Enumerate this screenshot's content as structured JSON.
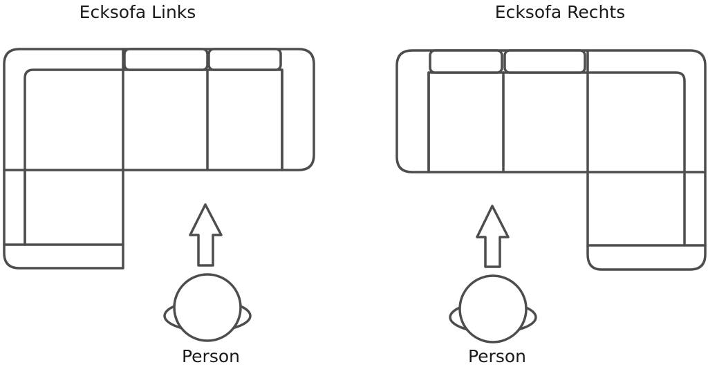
{
  "titles": {
    "left": "Ecksofa Links",
    "right": "Ecksofa Rechts"
  },
  "person_labels": {
    "left": "Person",
    "right": "Person"
  },
  "colors": {
    "line": "#4d4d4d",
    "text": "#1a1a1a",
    "background": "#ffffff"
  }
}
